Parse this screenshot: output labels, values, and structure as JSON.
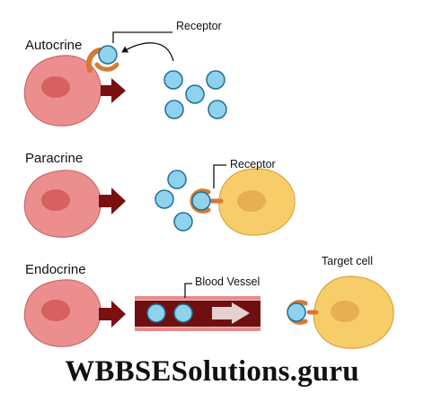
{
  "diagram": {
    "rows": [
      {
        "title": "Autocrine",
        "labels": [
          "Receptor"
        ]
      },
      {
        "title": "Paracrine",
        "labels": [
          "Receptor"
        ]
      },
      {
        "title": "Endocrine",
        "labels": [
          "Blood Vessel",
          "Target cell"
        ]
      }
    ],
    "colors": {
      "secreting_cell": "#ec8e8e",
      "secreting_nucleus": "#d96060",
      "target_cell": "#f7cd6a",
      "target_nucleus": "#e8ae54",
      "ligand": "#8fd2ee",
      "receptor": "#d47a32",
      "arrow": "#7a1010",
      "vessel_wall": "#e88a8a",
      "vessel_lumen": "#6e1010"
    }
  },
  "watermark": "WBBSESolutions.guru"
}
